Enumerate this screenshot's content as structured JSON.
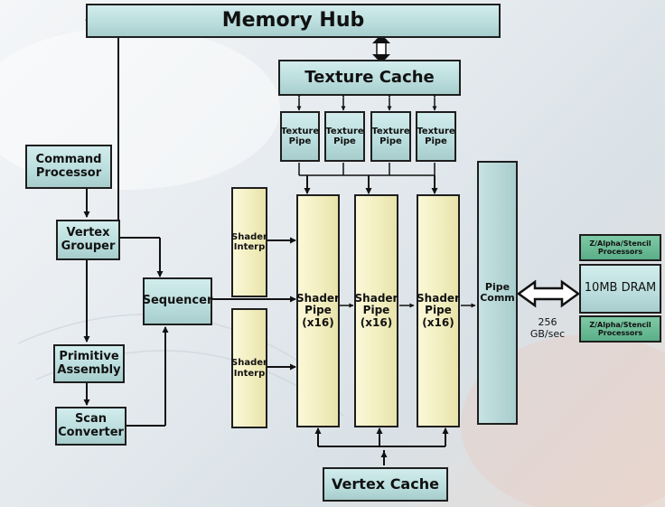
{
  "blocks": {
    "memory_hub": "Memory Hub",
    "texture_cache": "Texture Cache",
    "texture_pipe": [
      "Texture Pipe",
      "Texture Pipe",
      "Texture Pipe",
      "Texture Pipe"
    ],
    "command_processor": "Command Processor",
    "vertex_grouper": "Vertex Grouper",
    "sequencer": "Sequencer",
    "primitive_assembly": "Primitive Assembly",
    "scan_converter": "Scan Converter",
    "shader_interp": [
      "Shader Interp",
      "Shader Interp"
    ],
    "shader_pipe": [
      "Shader Pipe (x16)",
      "Shader Pipe (x16)",
      "Shader Pipe (x16)"
    ],
    "pipe_comm": "Pipe Comm",
    "z_alpha_stencil": [
      "Z/Alpha/Stencil Processors",
      "Z/Alpha/Stencil Processors"
    ],
    "dram": "10MB DRAM",
    "vertex_cache": "Vertex Cache"
  },
  "labels": {
    "bandwidth": "256 GB/sec"
  },
  "colors": {
    "teal_block": "#bcdede",
    "cream_block": "#f1edbd",
    "green_block": "#5aae88",
    "wire": "#111111"
  }
}
